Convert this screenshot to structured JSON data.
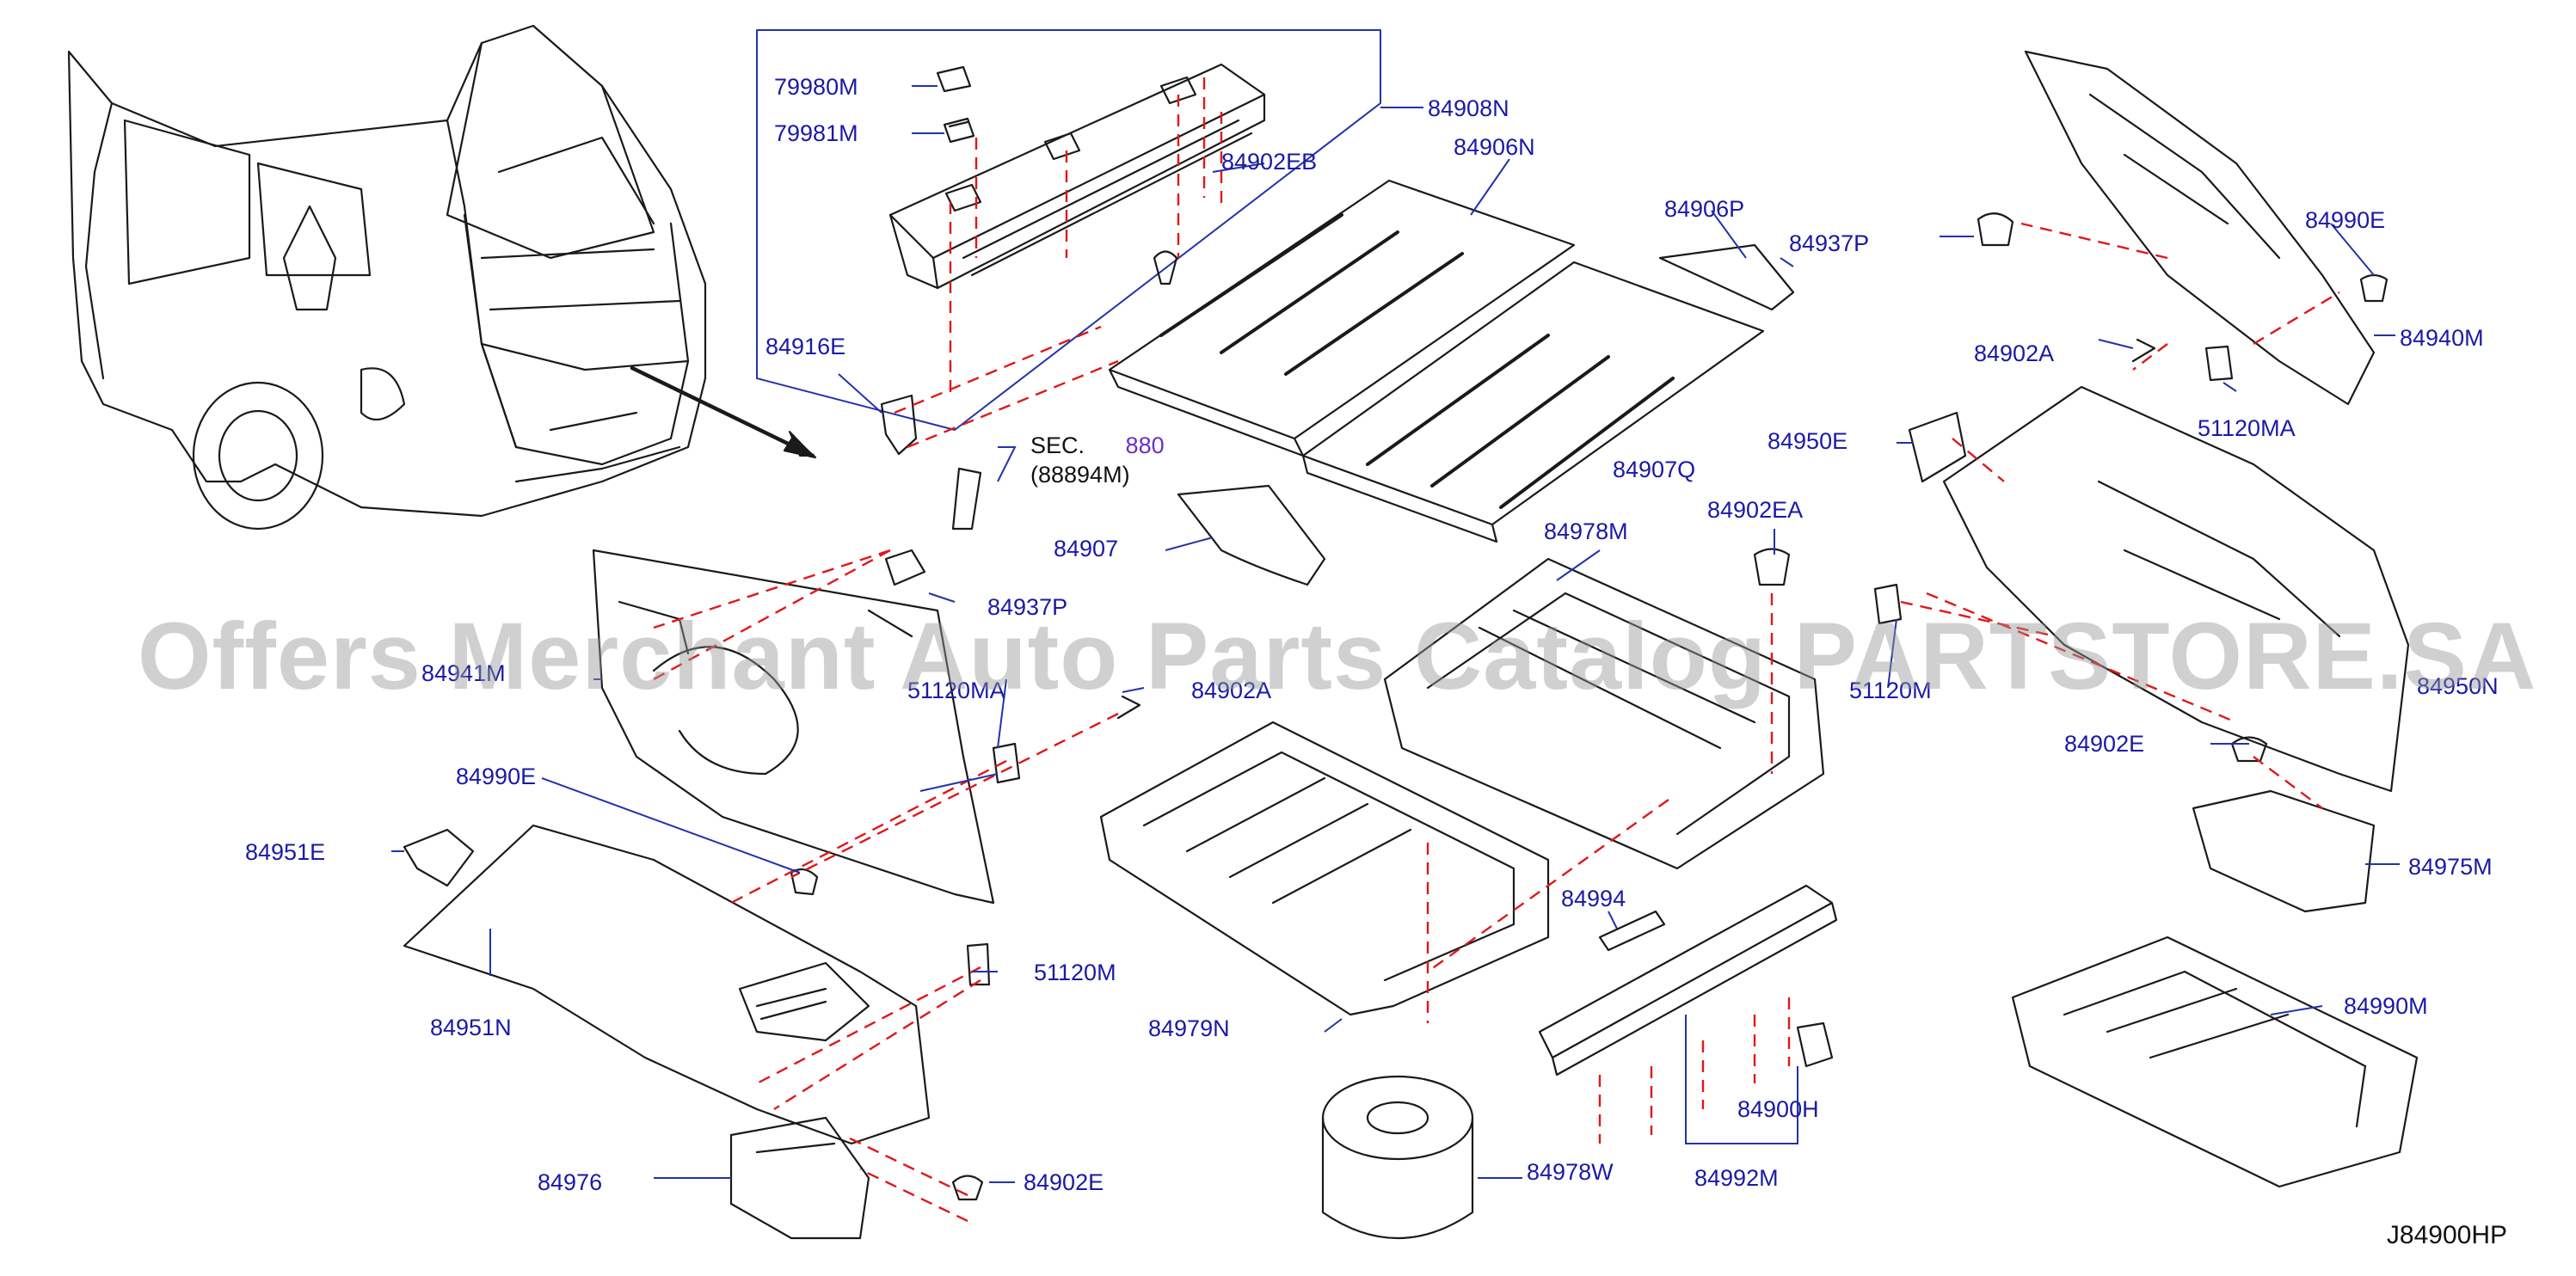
{
  "diagram": {
    "code": "J84900HP",
    "watermark": "Offers Merchant Auto Parts Catalog PARTSTORE.SA",
    "sec_ref": {
      "line1": "SEC.",
      "line2": "(88894M)",
      "number": "880"
    },
    "labels": {
      "l79980m": "79980M",
      "l79981m": "79981M",
      "l84908n": "84908N",
      "l84906n": "84906N",
      "l84902eb": "84902EB",
      "l84916e": "84916E",
      "l84906p": "84906P",
      "l84937p_top": "84937P",
      "l84990e_right": "84990E",
      "l84940m": "84940M",
      "l84902a_right": "84902A",
      "l51120ma_right": "51120MA",
      "l84950e": "84950E",
      "l84907q": "84907Q",
      "l84907": "84907",
      "l84937p_mid": "84937P",
      "l84978m": "84978M",
      "l84902ea": "84902EA",
      "l84941m": "84941M",
      "l51120ma_left": "51120MA",
      "l84902a_left": "84902A",
      "l51120m_right": "51120M",
      "l84950n": "84950N",
      "l84902e_right": "84902E",
      "l84975m": "84975M",
      "l84990e_left": "84990E",
      "l84951e": "84951E",
      "l84951n": "84951N",
      "l51120m_left": "51120M",
      "l84994": "84994",
      "l84979n": "84979N",
      "l84990m": "84990M",
      "l84900h": "84900H",
      "l84976": "84976",
      "l84902e_bottom": "84902E",
      "l84978w": "84978W",
      "l84992m": "84992M"
    }
  }
}
